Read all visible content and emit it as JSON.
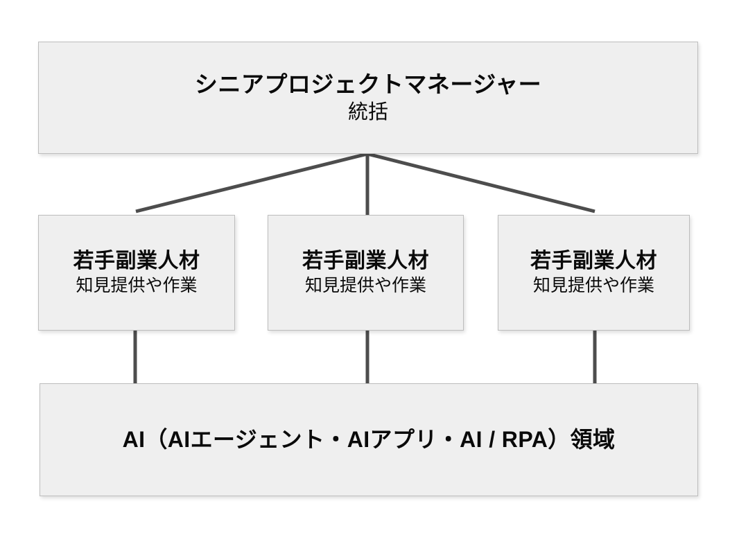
{
  "diagram": {
    "type": "org-chart",
    "accent_line_color": "#4d4d4d",
    "box_fill_color": "#efefef",
    "box_border_color": "#bdbdbd",
    "text_color": "#0a0a0a",
    "top": {
      "title": "シニアプロジェクトマネージャー",
      "subtitle": "統括"
    },
    "middle": [
      {
        "title": "若手副業人材",
        "subtitle": "知見提供や作業"
      },
      {
        "title": "若手副業人材",
        "subtitle": "知見提供や作業"
      },
      {
        "title": "若手副業人材",
        "subtitle": "知見提供や作業"
      }
    ],
    "bottom": {
      "title": "AI（AIエージェント・AIアプリ・AI / RPA）領域"
    }
  }
}
